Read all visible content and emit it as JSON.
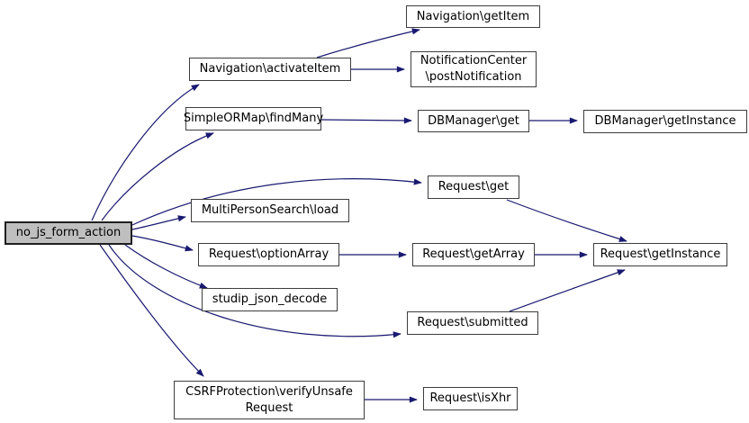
{
  "diagram": {
    "type": "call-graph",
    "background_color": "#ffffff",
    "edge_color": "#191970",
    "node_fill_color": "#ffffff",
    "node_border_color": "#3d3d3d",
    "main_node_fill_color": "#bfbfbf",
    "text_color": "#000000",
    "nodes": [
      {
        "id": "no_js_form_action",
        "label": "no_js_form_action",
        "lines": [
          "no_js_form_action"
        ],
        "highlighted": true
      },
      {
        "id": "activateItem",
        "label": "Navigation\\activateItem",
        "lines": [
          "Navigation\\activateItem"
        ],
        "highlighted": false
      },
      {
        "id": "findMany",
        "label": "SimpleORMap\\findMany",
        "lines": [
          "SimpleORMap\\findMany"
        ],
        "highlighted": false
      },
      {
        "id": "multiPersonLoad",
        "label": "MultiPersonSearch\\load",
        "lines": [
          "MultiPersonSearch\\load"
        ],
        "highlighted": false
      },
      {
        "id": "optionArray",
        "label": "Request\\optionArray",
        "lines": [
          "Request\\optionArray"
        ],
        "highlighted": false
      },
      {
        "id": "studipJsonDecode",
        "label": "studip_json_decode",
        "lines": [
          "studip_json_decode"
        ],
        "highlighted": false
      },
      {
        "id": "csrfVerifyUnsafe",
        "label": "CSRFProtection\\verifyUnsafeRequest",
        "lines": [
          "CSRFProtection\\verifyUnsafe",
          "Request"
        ],
        "highlighted": false
      },
      {
        "id": "navGetItem",
        "label": "Navigation\\getItem",
        "lines": [
          "Navigation\\getItem"
        ],
        "highlighted": false
      },
      {
        "id": "postNotification",
        "label": "NotificationCenter\\postNotification",
        "lines": [
          "NotificationCenter",
          "\\postNotification"
        ],
        "highlighted": false
      },
      {
        "id": "dbGet",
        "label": "DBManager\\get",
        "lines": [
          "DBManager\\get"
        ],
        "highlighted": false
      },
      {
        "id": "requestGet",
        "label": "Request\\get",
        "lines": [
          "Request\\get"
        ],
        "highlighted": false
      },
      {
        "id": "requestGetArray",
        "label": "Request\\getArray",
        "lines": [
          "Request\\getArray"
        ],
        "highlighted": false
      },
      {
        "id": "requestSubmitted",
        "label": "Request\\submitted",
        "lines": [
          "Request\\submitted"
        ],
        "highlighted": false
      },
      {
        "id": "requestIsXhr",
        "label": "Request\\isXhr",
        "lines": [
          "Request\\isXhr"
        ],
        "highlighted": false
      },
      {
        "id": "dbGetInstance",
        "label": "DBManager\\getInstance",
        "lines": [
          "DBManager\\getInstance"
        ],
        "highlighted": false
      },
      {
        "id": "requestGetInstance",
        "label": "Request\\getInstance",
        "lines": [
          "Request\\getInstance"
        ],
        "highlighted": false
      }
    ],
    "edges": [
      {
        "from": "no_js_form_action",
        "to": "Navigation\\activateItem"
      },
      {
        "from": "no_js_form_action",
        "to": "SimpleORMap\\findMany"
      },
      {
        "from": "no_js_form_action",
        "to": "Request\\get"
      },
      {
        "from": "no_js_form_action",
        "to": "MultiPersonSearch\\load"
      },
      {
        "from": "no_js_form_action",
        "to": "Request\\optionArray"
      },
      {
        "from": "no_js_form_action",
        "to": "studip_json_decode"
      },
      {
        "from": "no_js_form_action",
        "to": "Request\\submitted"
      },
      {
        "from": "no_js_form_action",
        "to": "CSRFProtection\\verifyUnsafeRequest"
      },
      {
        "from": "Navigation\\activateItem",
        "to": "Navigation\\getItem"
      },
      {
        "from": "Navigation\\activateItem",
        "to": "NotificationCenter\\postNotification"
      },
      {
        "from": "SimpleORMap\\findMany",
        "to": "DBManager\\get"
      },
      {
        "from": "DBManager\\get",
        "to": "DBManager\\getInstance"
      },
      {
        "from": "Request\\get",
        "to": "Request\\getInstance"
      },
      {
        "from": "Request\\optionArray",
        "to": "Request\\getArray"
      },
      {
        "from": "Request\\getArray",
        "to": "Request\\getInstance"
      },
      {
        "from": "Request\\submitted",
        "to": "Request\\getInstance"
      },
      {
        "from": "CSRFProtection\\verifyUnsafeRequest",
        "to": "Request\\isXhr"
      }
    ]
  }
}
